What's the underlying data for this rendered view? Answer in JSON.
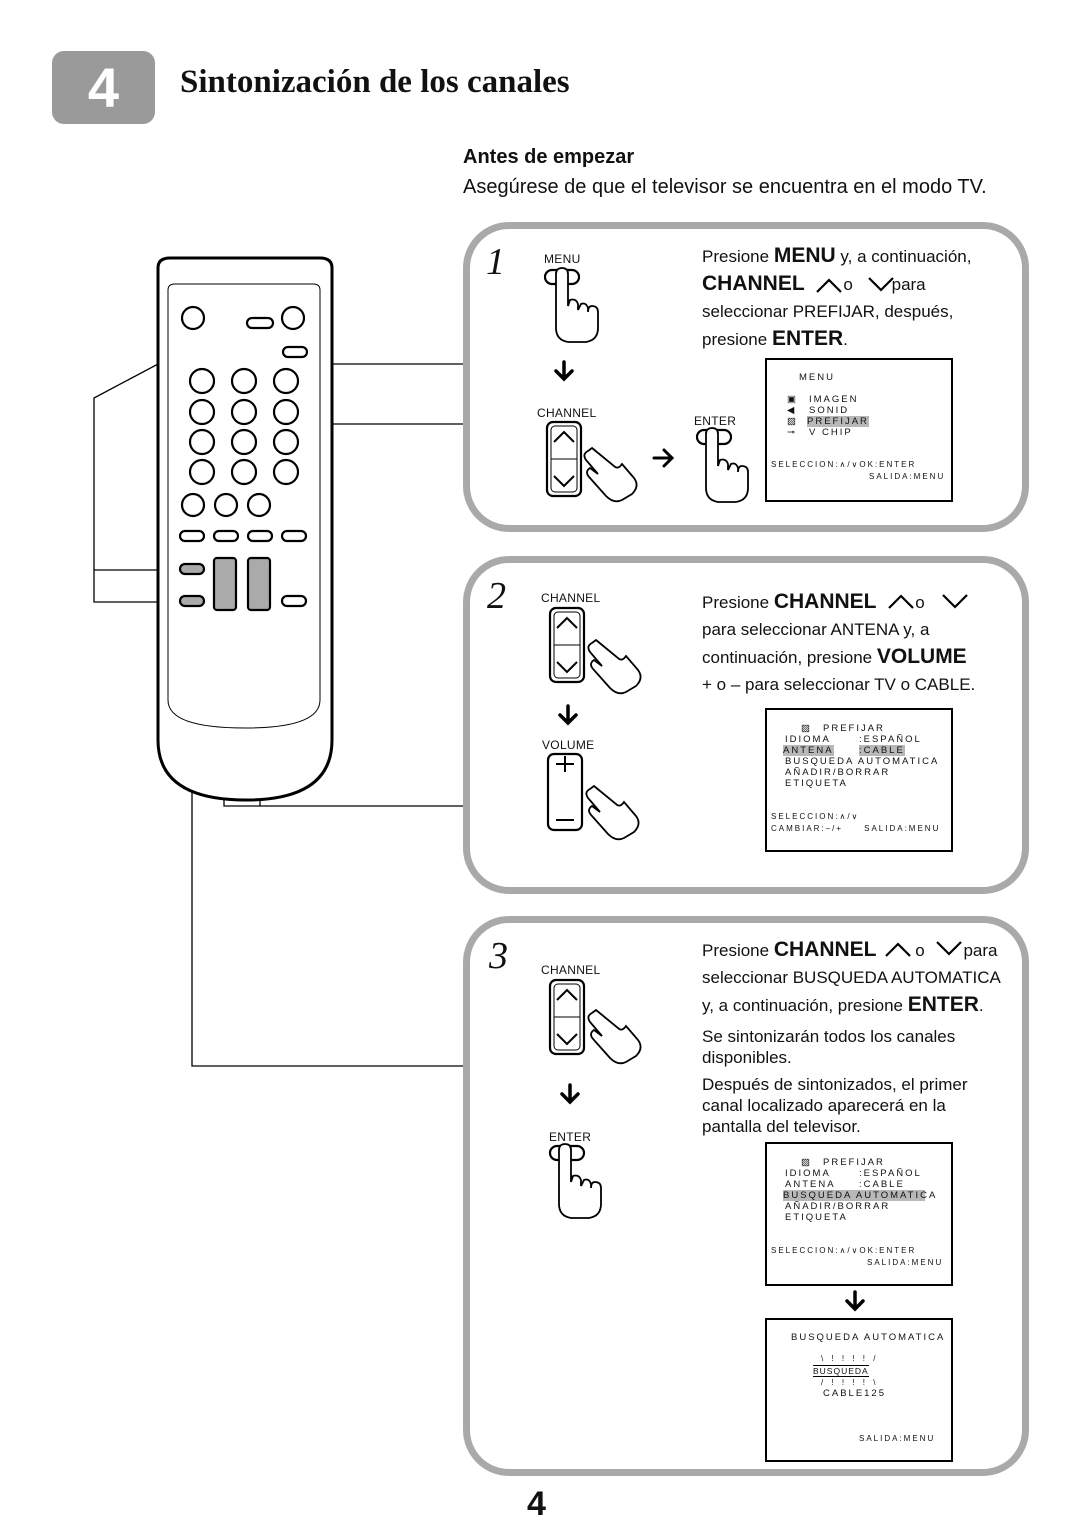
{
  "section": {
    "number": "4",
    "title": "Sintonización de los canales"
  },
  "intro": {
    "heading": "Antes de empezar",
    "text": "Asegúrese de que el televisor se encuentra en el modo TV."
  },
  "steps": [
    {
      "number": "1",
      "labels": {
        "menu": "MENU",
        "channel": "CHANNEL",
        "enter": "ENTER"
      },
      "lines": [
        "Presione",
        "MENU",
        "y, a continuación,",
        "CHANNEL",
        "o",
        "para",
        "seleccionar PREFIJAR, después,",
        "presione",
        "ENTER",
        "."
      ],
      "osd": {
        "title": "MENU",
        "items": [
          "IMAGEN",
          "SONID",
          "PREFIJAR",
          "V CHIP"
        ],
        "footer1": "SELECCION:∧/∨OK:ENTER",
        "footer2": "SALIDA:MENU"
      }
    },
    {
      "number": "2",
      "labels": {
        "channel": "CHANNEL",
        "volume": "VOLUME"
      },
      "lines": [
        "Presione",
        "CHANNEL",
        "o",
        "para seleccionar ANTENA y, a",
        "continuación, presione",
        "VOLUME",
        "+ o – para seleccionar TV o CABLE."
      ],
      "osd": {
        "title": "PREFIJAR",
        "rows": [
          [
            "IDIOMA",
            ":ESPAÑOL"
          ],
          [
            "ANTENA",
            ":CABLE"
          ],
          [
            "BUSQUEDA AUTOMATICA",
            ""
          ],
          [
            "AÑADIR/BORRAR",
            ""
          ],
          [
            "ETIQUETA",
            ""
          ]
        ],
        "footer1": "SELECCION:∧/∨",
        "footer2": "CAMBIAR:–/+     SALIDA:MENU"
      }
    },
    {
      "number": "3",
      "labels": {
        "channel": "CHANNEL",
        "enter": "ENTER"
      },
      "lines": [
        "Presione",
        "CHANNEL",
        "o",
        "para",
        "seleccionar BUSQUEDA AUTOMATICA",
        "y, a continuación, presione",
        "ENTER",
        "."
      ],
      "para2": [
        "Se sintonizarán todos los canales",
        "disponibles."
      ],
      "para3": [
        "Después de sintonizados, el primer",
        "canal localizado aparecerá en la",
        "pantalla del televisor."
      ],
      "osd": {
        "title": "PREFIJAR",
        "rows": [
          [
            "IDIOMA",
            ":ESPAÑOL"
          ],
          [
            "ANTENA",
            ":CABLE"
          ],
          [
            "BUSQUEDA AUTOMATICA",
            ""
          ],
          [
            "AÑADIR/BORRAR",
            ""
          ],
          [
            "ETIQUETA",
            ""
          ]
        ],
        "footer1": "SELECCION:∧/∨OK:ENTER",
        "footer2": "SALIDA:MENU"
      },
      "osd2": {
        "title": "BUSQUEDA AUTOMATICA",
        "status": "BUSQUEDA",
        "channel": "CABLE125",
        "footer": "SALIDA:MENU"
      }
    }
  ],
  "page_number": "4"
}
